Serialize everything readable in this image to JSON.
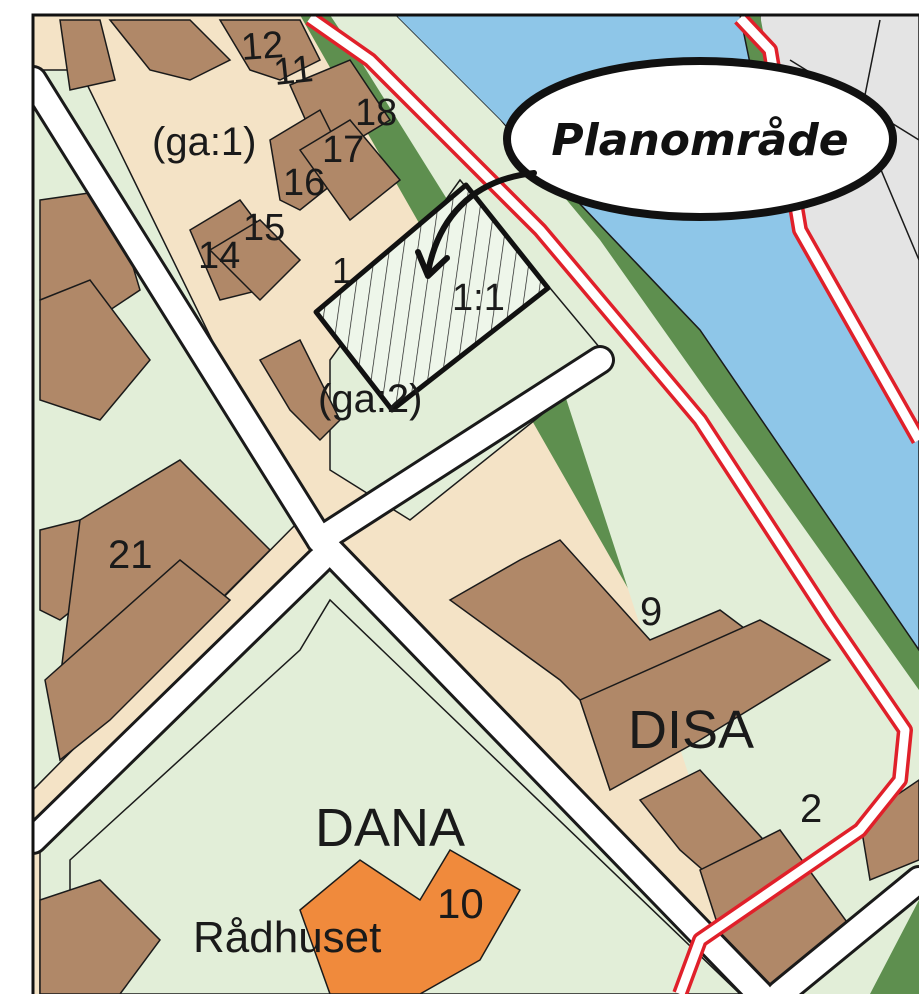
{
  "callout": {
    "text": "Planområde"
  },
  "labels": {
    "lot_12": "12",
    "lot_11": "11",
    "lot_ga1": "(ga:1)",
    "lot_18": "18",
    "lot_17": "17",
    "lot_16": "16",
    "lot_15": "15",
    "lot_14": "14",
    "lot_1": "1",
    "lot_1_1": "1:1",
    "lot_ga2": "(ga:2)",
    "lot_21": "21",
    "lot_9": "9",
    "block_disa": "DISA",
    "lot_2": "2",
    "block_dana": "DANA",
    "lot_10": "10",
    "building_radhuset": "Rådhuset"
  },
  "colors": {
    "lot_fill": "#f4e3c6",
    "building": "#b08868",
    "street": "#ffffff",
    "street_edge": "#1a1a1a",
    "green_area": "#e2eed8",
    "water": "#8ec6e8",
    "riverbank": "#5e8f4f",
    "plan_area_boundary": "#e0202a",
    "gray_block": "#e4e4e4",
    "town_hall": "#f08a3c",
    "plan_area_hatch": "#eef6ea"
  }
}
